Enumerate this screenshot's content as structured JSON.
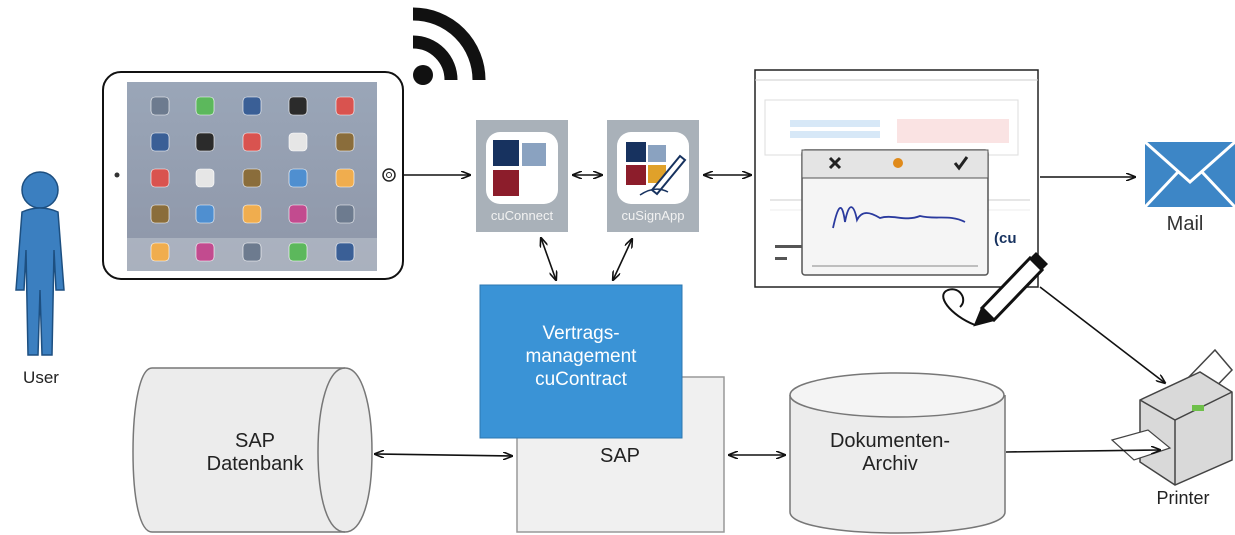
{
  "user": {
    "label": "User"
  },
  "apps": {
    "cuconnect": "cuConnect",
    "cusignapp": "cuSignApp"
  },
  "mail": {
    "label": "Mail"
  },
  "printer": {
    "label": "Printer"
  },
  "contract": {
    "line1": "Vertrags-",
    "line2": "management",
    "line3": "cuContract"
  },
  "sap": {
    "label": "SAP"
  },
  "database": {
    "line1": "SAP",
    "line2": "Datenbank"
  },
  "archive": {
    "line1": "Dokumenten-",
    "line2": "Archiv"
  },
  "colors": {
    "contract_blue": "#3a93d6",
    "mail_blue": "#3d86c6",
    "user_blue": "#3b7fc0",
    "tile_gray": "#a9b1b9",
    "logo_navy": "#17325f",
    "logo_red": "#8c1d2b",
    "logo_light": "#8aa2c0"
  }
}
